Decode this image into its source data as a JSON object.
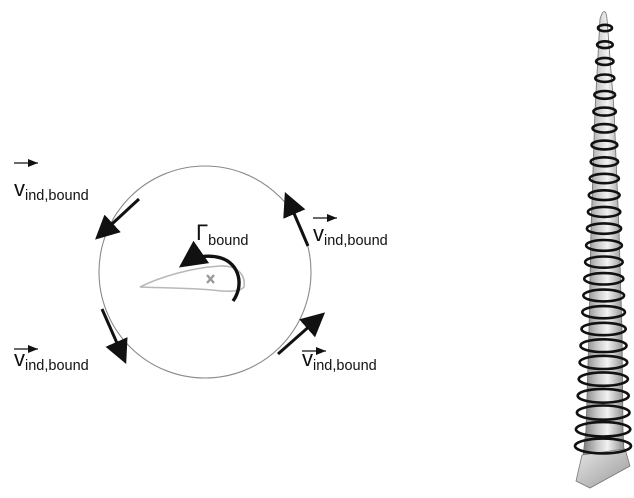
{
  "labels": {
    "velocity_main": "v",
    "velocity_sub": "ind,bound",
    "circulation_main": "Γ",
    "circulation_sub": "bound"
  },
  "colors": {
    "background": "#ffffff",
    "ink": "#111111",
    "circle_stroke": "#8a8a8a",
    "airfoil_stroke": "#b8b8b8",
    "center_mark": "#9a9a9a",
    "blade_light": "#f2f2f2",
    "blade_mid": "#c9c9c9",
    "blade_dark": "#7c7c7c",
    "helix_stroke": "#111111"
  },
  "icons": {
    "center_mark": "cross-icon"
  }
}
